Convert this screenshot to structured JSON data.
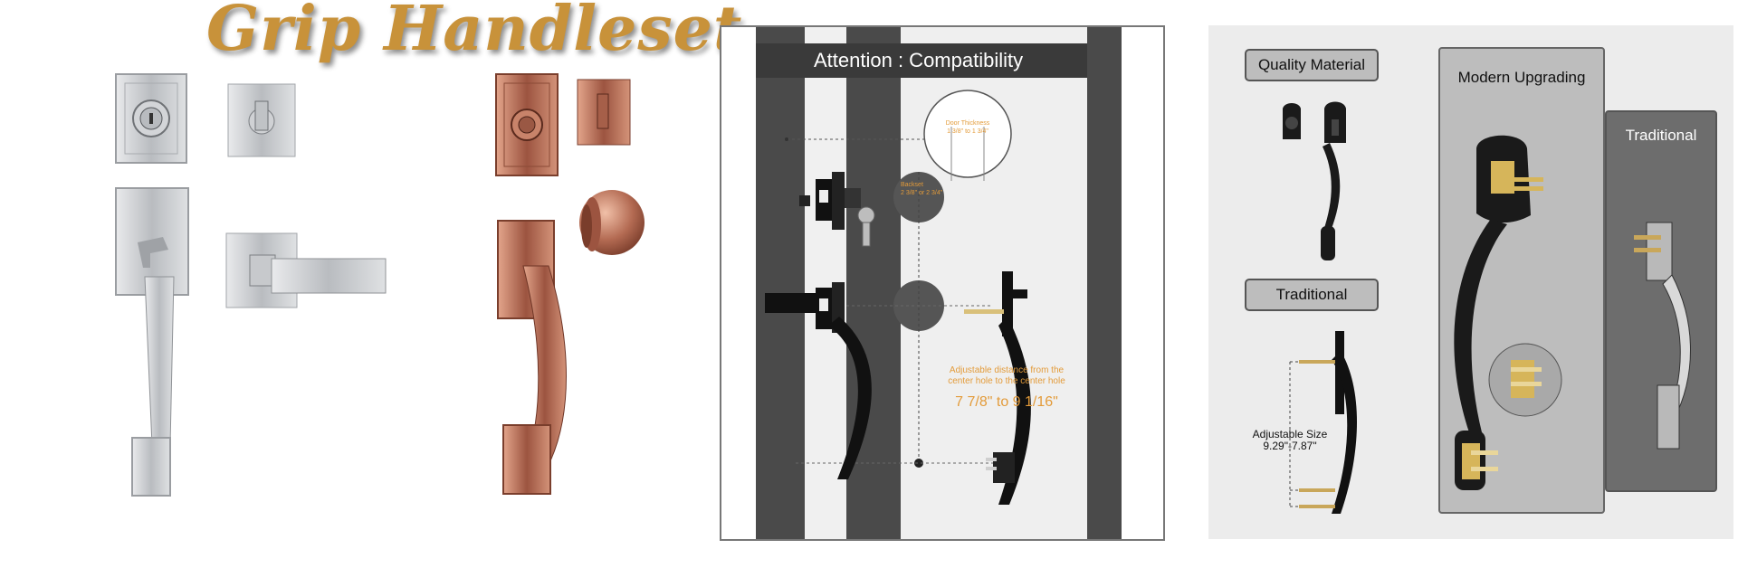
{
  "panel1": {
    "title": "Grip Handleset",
    "colors": {
      "title": "#c8923a",
      "satin": "#c9cbce",
      "copper": "#b26a52"
    }
  },
  "panel2": {
    "banner": "Attention : Compatibility",
    "door_thickness_label": "Door Thickness",
    "door_thickness_value": "1 3/8\" to 1 3/4\"",
    "backset_label": "Backset",
    "backset_value": "2 3/8\" or 2 3/4\"",
    "adjustable_text_line1": "Adjustable distance from the",
    "adjustable_text_line2": "center hole to the center hole",
    "adjustable_range": "7 7/8\" to 9 1/16\"",
    "colors": {
      "accent": "#e39b3a",
      "banner": "#3a3a3a"
    }
  },
  "panel3": {
    "quality_label": "Quality Material",
    "traditional_left_label": "Traditional",
    "adjustable_size_label": "Adjustable Size",
    "adjustable_size_value": "9.29\"-7.87\"",
    "modern_label": "Modern Upgrading",
    "traditional_right_label": "Traditional"
  }
}
